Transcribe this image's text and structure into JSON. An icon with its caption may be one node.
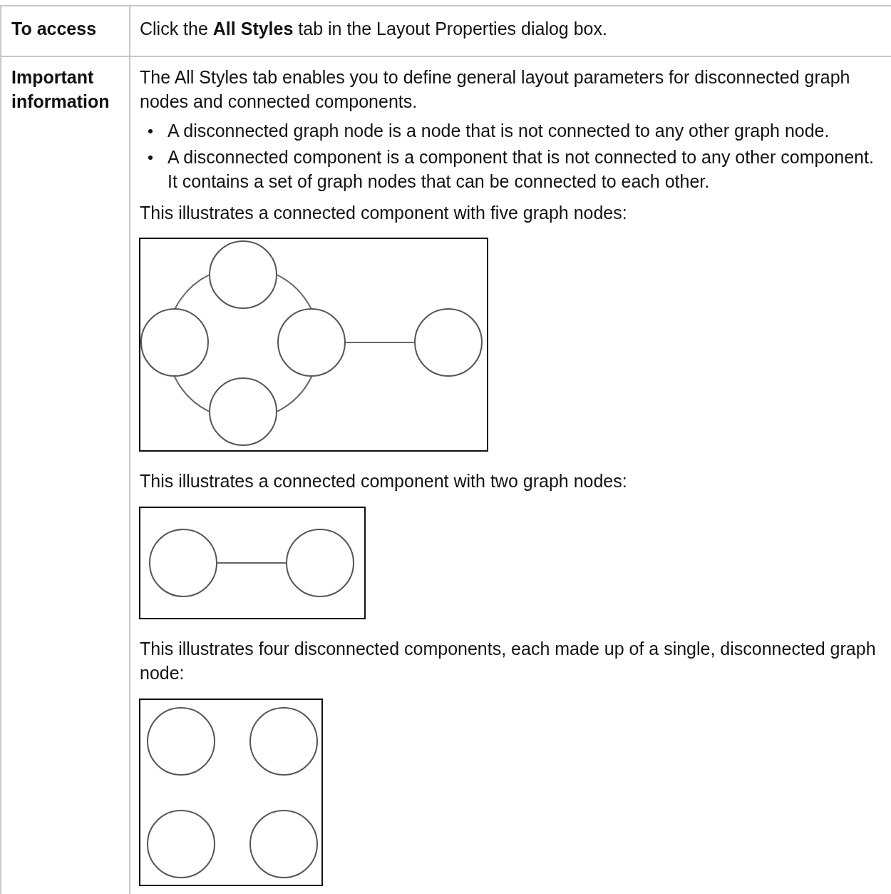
{
  "diagram": {
    "nodes": [
      {
        "text": [],
        "shape": "box"
      },
      {
        "text": [],
        "shape": "circle",
        "in": 0
      },
      {
        "text": [],
        "shape": "circle",
        "in": 0
      },
      {
        "text": [],
        "shape": "circle",
        "in": 0
      },
      {
        "text": [],
        "shape": "circle",
        "in": 0
      },
      {
        "text": [],
        "shape": "circle",
        "in": 0
      },
      {
        "text": [],
        "shape": "box"
      },
      {
        "text": [],
        "shape": "circle",
        "in": 6
      },
      {
        "text": [],
        "shape": "circle",
        "in": 6
      },
      {
        "text": [],
        "shape": "box"
      },
      {
        "text": [],
        "shape": "circle",
        "in": 9
      },
      {
        "text": [],
        "shape": "circle",
        "in": 9
      },
      {
        "text": [],
        "shape": "circle",
        "in": 9
      },
      {
        "text": [],
        "shape": "circle",
        "in": 9
      }
    ],
    "edges": [
      {
        "from": 1,
        "to": 2,
        "arrow": "none"
      },
      {
        "from": 1,
        "to": 3,
        "arrow": "none"
      },
      {
        "from": 2,
        "to": 4,
        "arrow": "none"
      },
      {
        "from": 4,
        "to": 3,
        "arrow": "none"
      },
      {
        "from": 3,
        "to": 5,
        "arrow": "none"
      },
      {
        "from": 7,
        "to": 8,
        "arrow": "none"
      }
    ],
    "labels": [
      "To access",
      "Click the **All Styles** tab in the Layout Properties dialog box.",
      "Important information",
      "The All Styles tab enables you to define general layout parameters for disconnected graph nodes and connected components.",
      "A disconnected graph node is a node that is not connected to any other graph node.",
      "A disconnected component is a component that is not connected to any other component. It contains a set of graph nodes that can be connected to each other.",
      "This illustrates a connected component with five graph nodes:",
      "This illustrates a connected component with two graph nodes:",
      "This illustrates four disconnected components, each made up of a single, disconnected graph node:"
    ]
  }
}
